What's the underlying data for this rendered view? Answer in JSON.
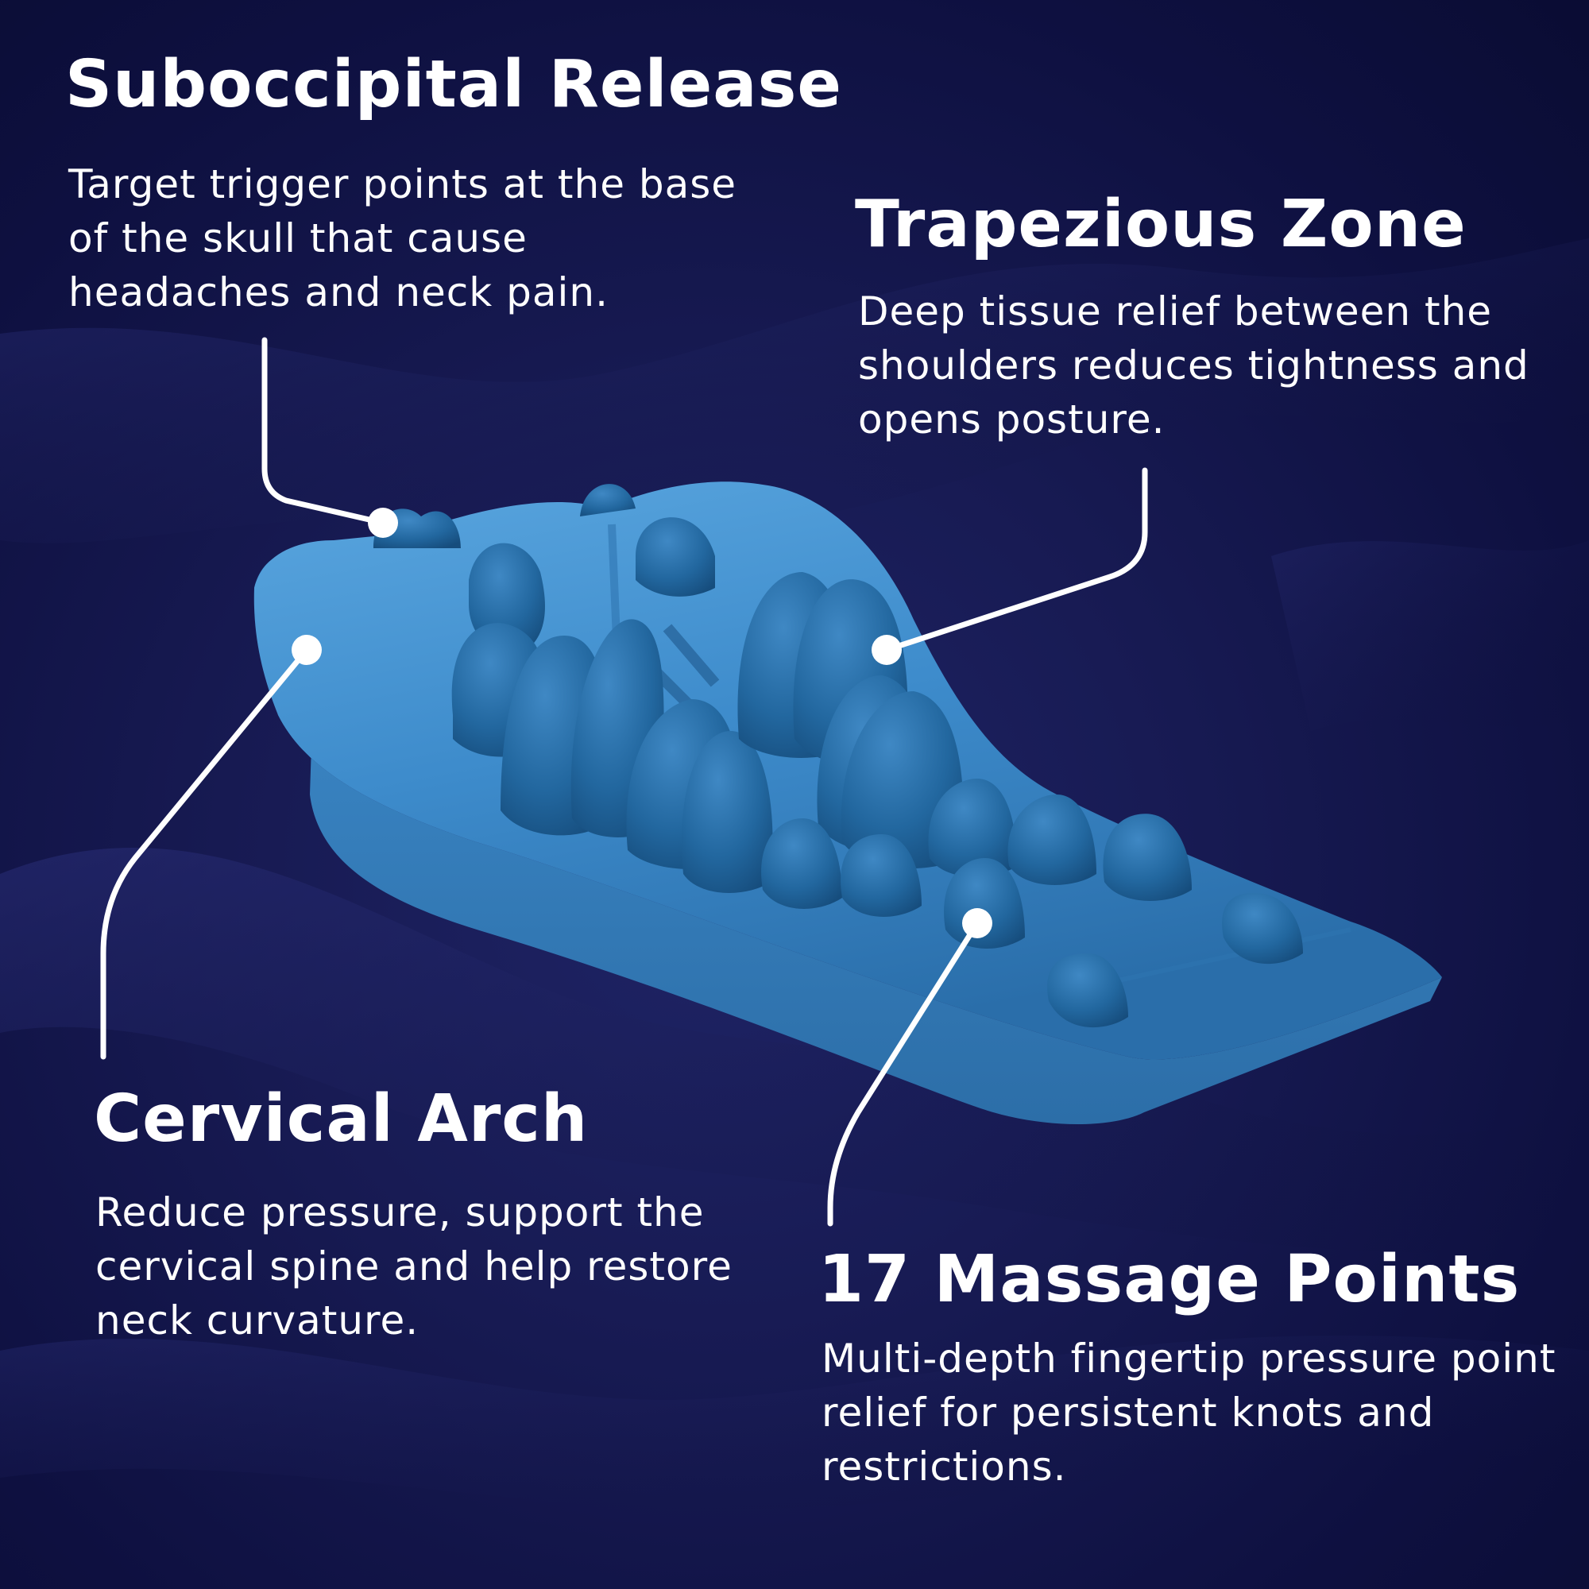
{
  "colors": {
    "background": "#14174a",
    "product": "#3f8ccc",
    "text": "#ffffff",
    "callout": "#ffffff"
  },
  "features": {
    "suboccipital": {
      "title": "Suboccipital Release",
      "description": "Target trigger points at the base of the skull that cause headaches and neck pain."
    },
    "trapezius": {
      "title": "Trapezious Zone",
      "description": "Deep tissue relief between the shoulders reduces tightness and opens posture."
    },
    "cervical": {
      "title": "Cervical Arch",
      "description": "Reduce pressure, support the cervical spine and help restore neck curvature."
    },
    "massage": {
      "title": "17 Massage Points",
      "description": "Multi-depth fingertip pressure point relief for persistent knots and restrictions."
    }
  }
}
